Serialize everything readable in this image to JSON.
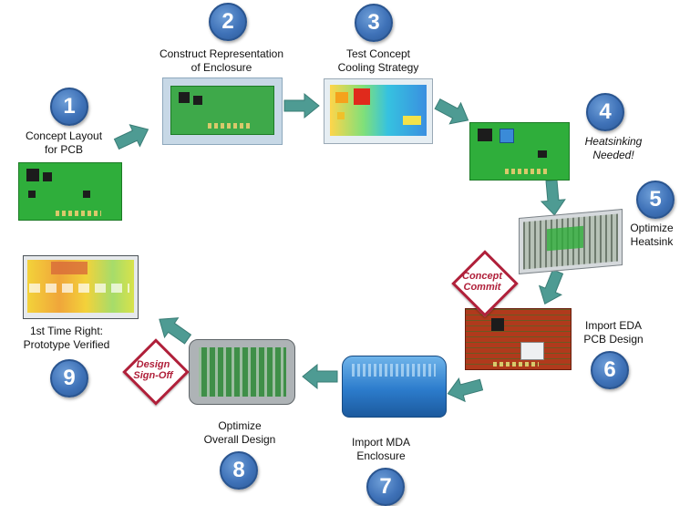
{
  "steps": [
    {
      "num": "1",
      "label": "Concept Layout\nfor PCB"
    },
    {
      "num": "2",
      "label": "Construct Representation\nof Enclosure"
    },
    {
      "num": "3",
      "label": "Test Concept\nCooling Strategy"
    },
    {
      "num": "4",
      "label": "Heatsinking\nNeeded!"
    },
    {
      "num": "5",
      "label": "Optimize\nHeatsink"
    },
    {
      "num": "6",
      "label": "Import EDA\nPCB Design"
    },
    {
      "num": "7",
      "label": "Import MDA\nEnclosure"
    },
    {
      "num": "8",
      "label": "Optimize\nOverall Design"
    },
    {
      "num": "9",
      "label": "1st Time Right:\nPrototype Verified"
    }
  ],
  "stamps": {
    "concept_commit": "Concept\nCommit",
    "design_signoff": "Design\nSign-Off"
  },
  "colors": {
    "badge": "#3f72b8",
    "arrow": "#4e9b93",
    "pcb": "#2fae3b",
    "stamp": "#b0203a"
  }
}
